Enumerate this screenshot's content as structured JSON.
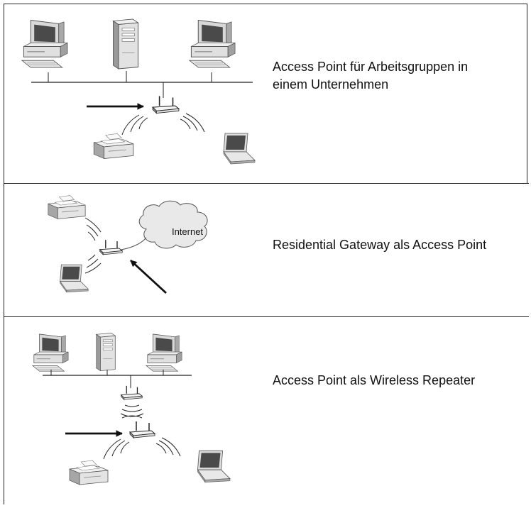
{
  "panels": [
    {
      "caption_line1": "Access Point für Arbeitsgruppen in",
      "caption_line2": "einem Unternehmen"
    },
    {
      "caption_line1": "Residential Gateway als Access Point",
      "cloud_label": "Internet"
    },
    {
      "caption_line1": "Access Point als Wireless Repeater"
    }
  ],
  "icons": [
    "desktop-computer-icon",
    "tower-server-icon",
    "access-point-icon",
    "printer-icon",
    "laptop-icon",
    "cloud-icon",
    "arrow-icon",
    "wireless-wave-icon"
  ],
  "colors": {
    "device_body": "#e3e3e3",
    "device_shade": "#9a9a9a",
    "screen": "#4a4a4a",
    "line": "#222222"
  }
}
